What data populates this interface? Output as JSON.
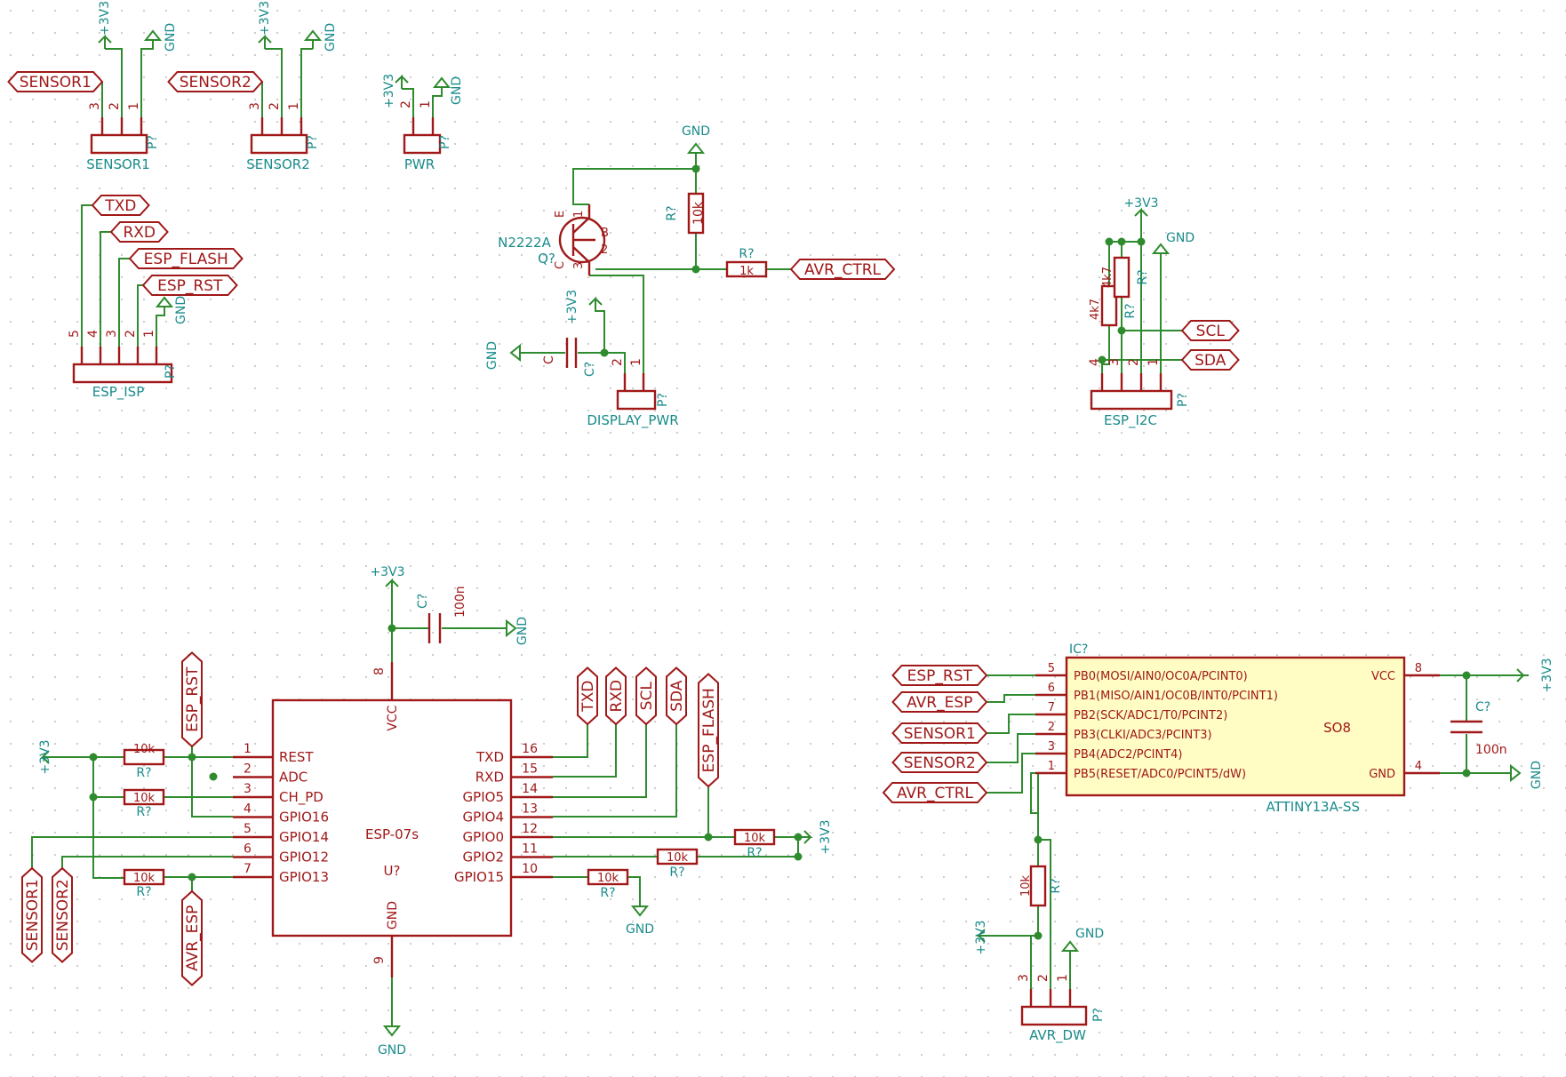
{
  "power": {
    "vcc": "+3V3",
    "gnd": "GND"
  },
  "colors": {
    "wire": "#2e8b2e",
    "part": "#a01818",
    "ref": "#1a8b8b",
    "junction": "#2e8b2e",
    "ic_fill": "#fffcc4",
    "grid": "#c8c8c8"
  },
  "connectors": {
    "sensor1": {
      "value": "SENSOR1",
      "ref": "P?",
      "pins": [
        "3",
        "2",
        "1"
      ],
      "net": "SENSOR1"
    },
    "sensor2": {
      "value": "SENSOR2",
      "ref": "P?",
      "pins": [
        "3",
        "2",
        "1"
      ],
      "net": "SENSOR2"
    },
    "pwr": {
      "value": "PWR",
      "ref": "P?",
      "pins": [
        "2",
        "1"
      ]
    },
    "esp_isp": {
      "value": "ESP_ISP",
      "ref": "P?",
      "pins": [
        "5",
        "4",
        "3",
        "2",
        "1"
      ],
      "nets": [
        "TXD",
        "RXD",
        "ESP_FLASH",
        "ESP_RST"
      ]
    },
    "display_pwr": {
      "value": "DISPLAY_PWR",
      "ref": "P?",
      "pins": [
        "2",
        "1"
      ]
    },
    "esp_i2c": {
      "value": "ESP_I2C",
      "ref": "P?",
      "pins": [
        "4",
        "3",
        "2",
        "1"
      ],
      "nets": [
        "SCL",
        "SDA"
      ]
    },
    "avr_dw": {
      "value": "AVR_DW",
      "ref": "P?",
      "pins": [
        "3",
        "2",
        "1"
      ]
    }
  },
  "transistor": {
    "part": "N2222A",
    "ref": "Q?",
    "pins": {
      "e": "E",
      "b": "B",
      "c": "C",
      "n1": "1",
      "n2": "2",
      "n3": "3"
    },
    "net": "AVR_CTRL"
  },
  "passives": {
    "r_ref": "R?",
    "c_ref": "C?",
    "r10k": "10k",
    "r1k": "1k",
    "r4k7": "4k7",
    "c_generic": "C",
    "c100n": "100n"
  },
  "esp07": {
    "name": "ESP-07s",
    "ref": "U?",
    "vcc": "VCC",
    "gnd": "GND",
    "vcc_pin": "8",
    "gnd_pin": "9",
    "left": [
      {
        "num": "1",
        "name": "REST"
      },
      {
        "num": "2",
        "name": "ADC"
      },
      {
        "num": "3",
        "name": "CH_PD"
      },
      {
        "num": "4",
        "name": "GPIO16"
      },
      {
        "num": "5",
        "name": "GPIO14"
      },
      {
        "num": "6",
        "name": "GPIO12"
      },
      {
        "num": "7",
        "name": "GPIO13"
      }
    ],
    "right": [
      {
        "num": "16",
        "name": "TXD"
      },
      {
        "num": "15",
        "name": "RXD"
      },
      {
        "num": "14",
        "name": "GPIO5"
      },
      {
        "num": "13",
        "name": "GPIO4"
      },
      {
        "num": "12",
        "name": "GPIO0"
      },
      {
        "num": "11",
        "name": "GPIO2"
      },
      {
        "num": "10",
        "name": "GPIO15"
      }
    ],
    "top_nets": [
      "TXD",
      "RXD",
      "SCL",
      "SDA",
      "ESP_FLASH"
    ],
    "left_nets": [
      "ESP_RST",
      "SENSOR1",
      "SENSOR2",
      "AVR_ESP"
    ]
  },
  "attiny": {
    "name": "ATTINY13A-SS",
    "ref": "IC?",
    "package": "SO8",
    "pins": [
      {
        "num": "5",
        "name": "PB0(MOSI/AIN0/OC0A/PCINT0)",
        "net": "ESP_RST"
      },
      {
        "num": "6",
        "name": "PB1(MISO/AIN1/OC0B/INT0/PCINT1)",
        "net": "AVR_ESP"
      },
      {
        "num": "7",
        "name": "PB2(SCK/ADC1/T0/PCINT2)",
        "net": "SENSOR1"
      },
      {
        "num": "2",
        "name": "PB3(CLKI/ADC3/PCINT3)",
        "net": "SENSOR2"
      },
      {
        "num": "3",
        "name": "PB4(ADC2/PCINT4)",
        "net": "AVR_CTRL"
      },
      {
        "num": "1",
        "name": "PB5(RESET/ADC0/PCINT5/dW)",
        "net": ""
      }
    ],
    "vcc": {
      "num": "8",
      "name": "VCC"
    },
    "gnd": {
      "num": "4",
      "name": "GND"
    }
  }
}
